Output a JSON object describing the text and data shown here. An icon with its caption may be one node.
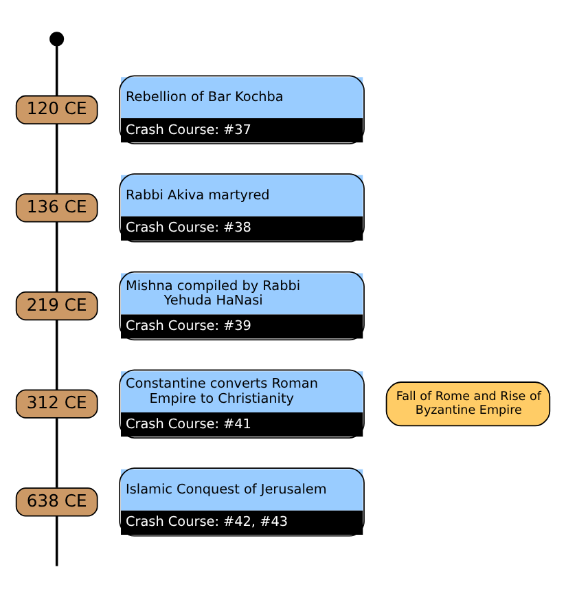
{
  "diagram": {
    "nodes": [
      {
        "text": [],
        "shape": "circle"
      },
      {
        "text": [
          "120 CE"
        ]
      },
      {
        "text": [
          "Rebellion of Bar Kochba",
          "Crash Course: #37"
        ]
      },
      {
        "text": [
          "136 CE"
        ]
      },
      {
        "text": [
          "Rabbi Akiva martyred",
          "Crash Course: #38"
        ]
      },
      {
        "text": [
          "219 CE"
        ]
      },
      {
        "text": [
          "Mishna compiled by Rabbi Yehuda HaNasi",
          "Crash Course: #39"
        ]
      },
      {
        "text": [
          "312 CE"
        ]
      },
      {
        "text": [
          "Constantine converts Roman Empire to Christianity",
          "Crash Course: #41"
        ]
      },
      {
        "text": [
          "Fall of Rome and Rise of Byzantine Empire"
        ]
      },
      {
        "text": [
          "638 CE"
        ]
      },
      {
        "text": [
          "Islamic Conquest of Jerusalem",
          "Crash Course: #42, #43"
        ]
      }
    ],
    "edges": [
      {
        "from": 0,
        "to": 1,
        "arrow": "none"
      },
      {
        "from": 1,
        "to": 3,
        "arrow": "none"
      },
      {
        "from": 3,
        "to": 5,
        "arrow": "none"
      },
      {
        "from": 5,
        "to": 7,
        "arrow": "none"
      },
      {
        "from": 7,
        "to": 10,
        "arrow": "none"
      },
      {
        "from": 10,
        "to": null,
        "arrow": "none"
      }
    ]
  }
}
